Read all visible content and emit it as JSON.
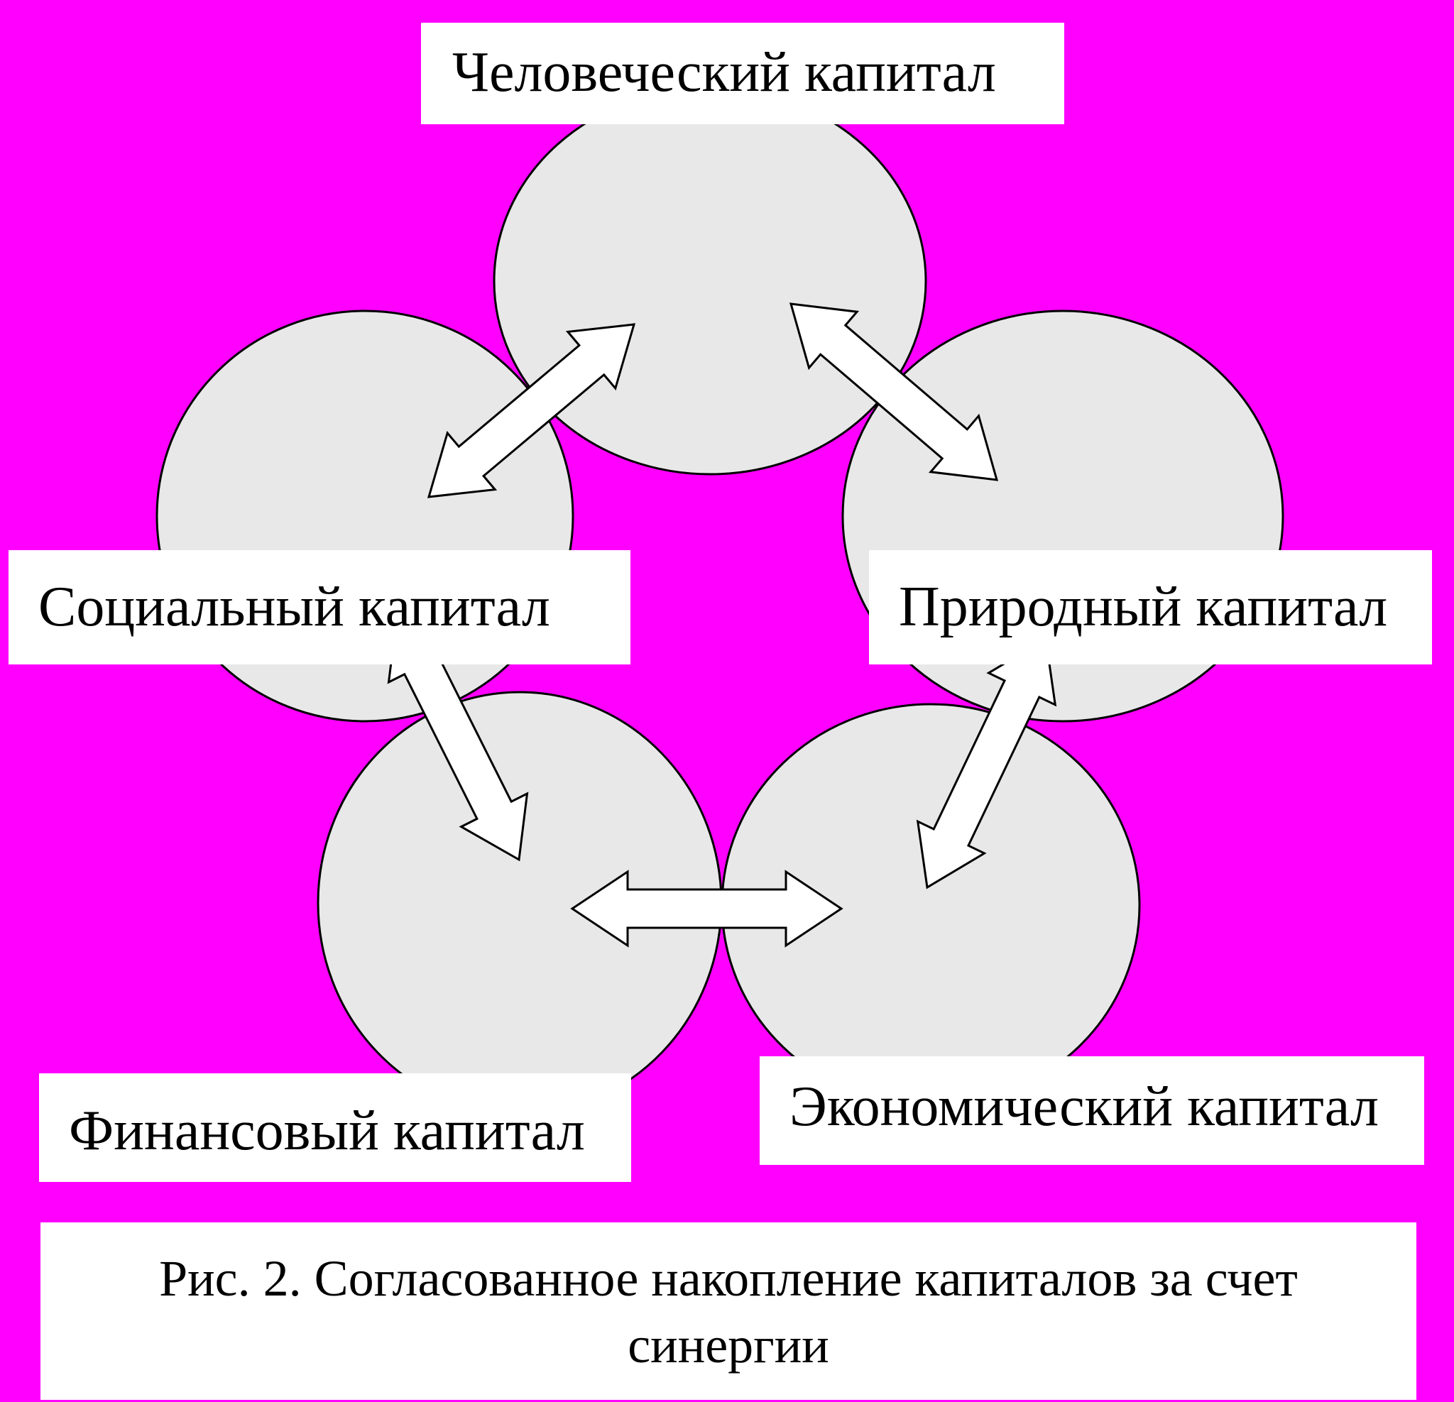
{
  "colors": {
    "background": "#ff00ff",
    "circle_fill": "#e8e8e8",
    "outline": "#000000",
    "arrow_fill": "#ffffff",
    "label_fill": "#ffffff"
  },
  "nodes": {
    "human": "Человеческий капитал",
    "social": "Социальный капитал",
    "natural": "Природный капитал",
    "financial": "Финансовый капитал",
    "economic": "Экономический капитал"
  },
  "links": [
    {
      "from": "human",
      "to": "social",
      "direction": "bidirectional"
    },
    {
      "from": "human",
      "to": "natural",
      "direction": "bidirectional"
    },
    {
      "from": "social",
      "to": "financial",
      "direction": "bidirectional"
    },
    {
      "from": "natural",
      "to": "economic",
      "direction": "bidirectional"
    },
    {
      "from": "financial",
      "to": "economic",
      "direction": "bidirectional"
    }
  ],
  "caption": {
    "line1": "Рис. 2. Согласованное накопление капиталов за счет",
    "line2": "синергии"
  }
}
